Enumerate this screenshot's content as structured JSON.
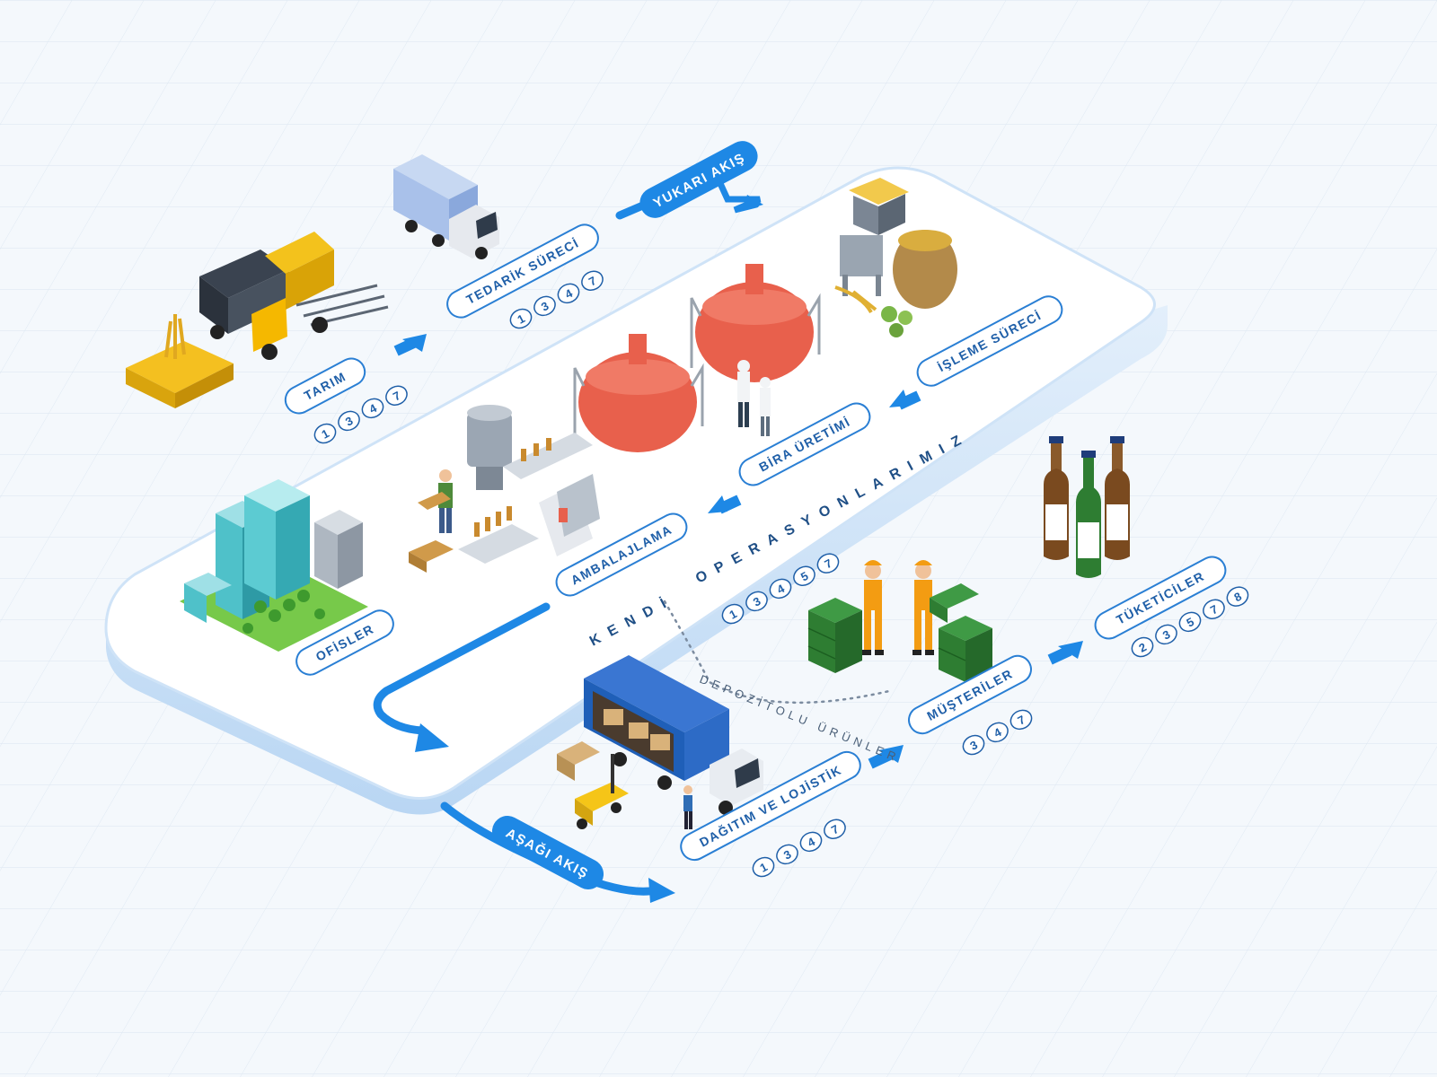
{
  "flows": {
    "upstream": "YUKARI AKIŞ",
    "downstream": "AŞAĞI AKIŞ"
  },
  "operations": {
    "word1": "KENDİ",
    "word2": "OPERASYONLARIMIZ",
    "numbers": [
      "1",
      "3",
      "4",
      "5",
      "7"
    ]
  },
  "deposit_label": "DEPOZİTOLU ÜRÜNLER",
  "stages": [
    {
      "id": "tarim",
      "label": "TARIM",
      "numbers": [
        "1",
        "3",
        "4",
        "7"
      ]
    },
    {
      "id": "tedarik",
      "label": "TEDARİK SÜRECİ",
      "numbers": [
        "1",
        "3",
        "4",
        "7"
      ]
    },
    {
      "id": "isleme",
      "label": "İŞLEME SÜRECİ",
      "numbers": []
    },
    {
      "id": "bira",
      "label": "BİRA ÜRETİMİ",
      "numbers": []
    },
    {
      "id": "ambalaj",
      "label": "AMBALAJLAMA",
      "numbers": []
    },
    {
      "id": "ofis",
      "label": "OFİSLER",
      "numbers": []
    },
    {
      "id": "dagitim",
      "label": "DAĞITIM VE LOJİSTİK",
      "numbers": [
        "1",
        "3",
        "4",
        "7"
      ]
    },
    {
      "id": "musteri",
      "label": "MÜŞTERİLER",
      "numbers": [
        "3",
        "4",
        "7"
      ]
    },
    {
      "id": "tuketici",
      "label": "TÜKETİCİLER",
      "numbers": [
        "2",
        "3",
        "5",
        "7",
        "8"
      ]
    }
  ],
  "colors": {
    "accent": "#1e88e5",
    "label_text": "#1f5fa8",
    "platform": "#ffffff",
    "platform_edge": "#cfe3f7",
    "background": "#f4f8fc",
    "tank": "#e8604c",
    "crate": "#2e7d32",
    "truck_blue": "#1f5fb8"
  },
  "icons": {
    "tarim": "harvester-icon",
    "tedarik": "supply-truck-icon",
    "isleme": "grain-mill-icon",
    "bira": "brew-tank-icon",
    "ambalaj": "bottling-line-icon",
    "ofis": "office-buildings-icon",
    "dagitim": "delivery-truck-icon",
    "musteri": "crate-workers-icon",
    "tuketici": "beer-bottles-icon"
  }
}
